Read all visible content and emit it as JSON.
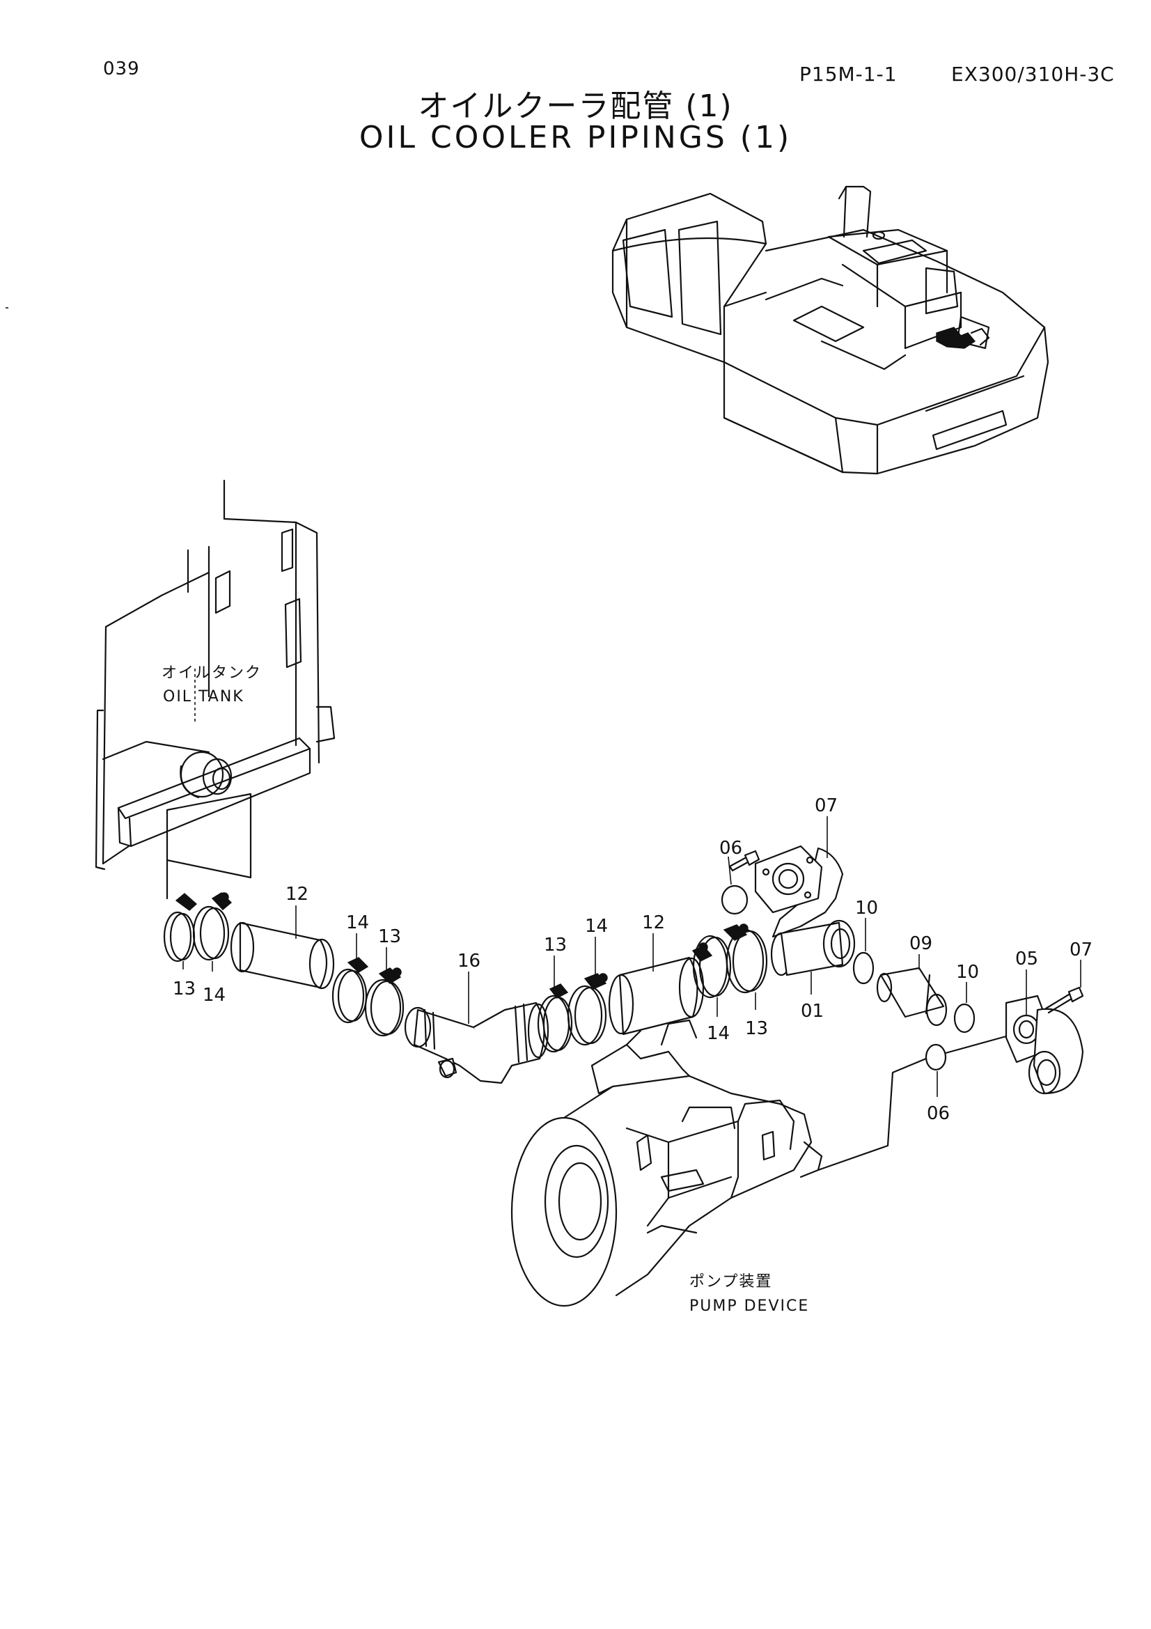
{
  "header": {
    "page_number": "039",
    "section_code": "P15M-1-1",
    "model_code": "EX300/310H-3C",
    "title_jp": "オイルクーラ配管 (1)",
    "title_en": "OIL COOLER PIPINGS (1)"
  },
  "components": {
    "oil_tank": {
      "label_jp": "オイルタンク",
      "label_en": "OIL TANK"
    },
    "pump_device": {
      "label_jp": "ポンプ装置",
      "label_en": "PUMP DEVICE"
    }
  },
  "callouts": [
    "07",
    "06",
    "10",
    "09",
    "10",
    "05",
    "07",
    "12",
    "14",
    "13",
    "13",
    "14",
    "16",
    "13",
    "14",
    "12",
    "14",
    "13",
    "01",
    "06"
  ]
}
